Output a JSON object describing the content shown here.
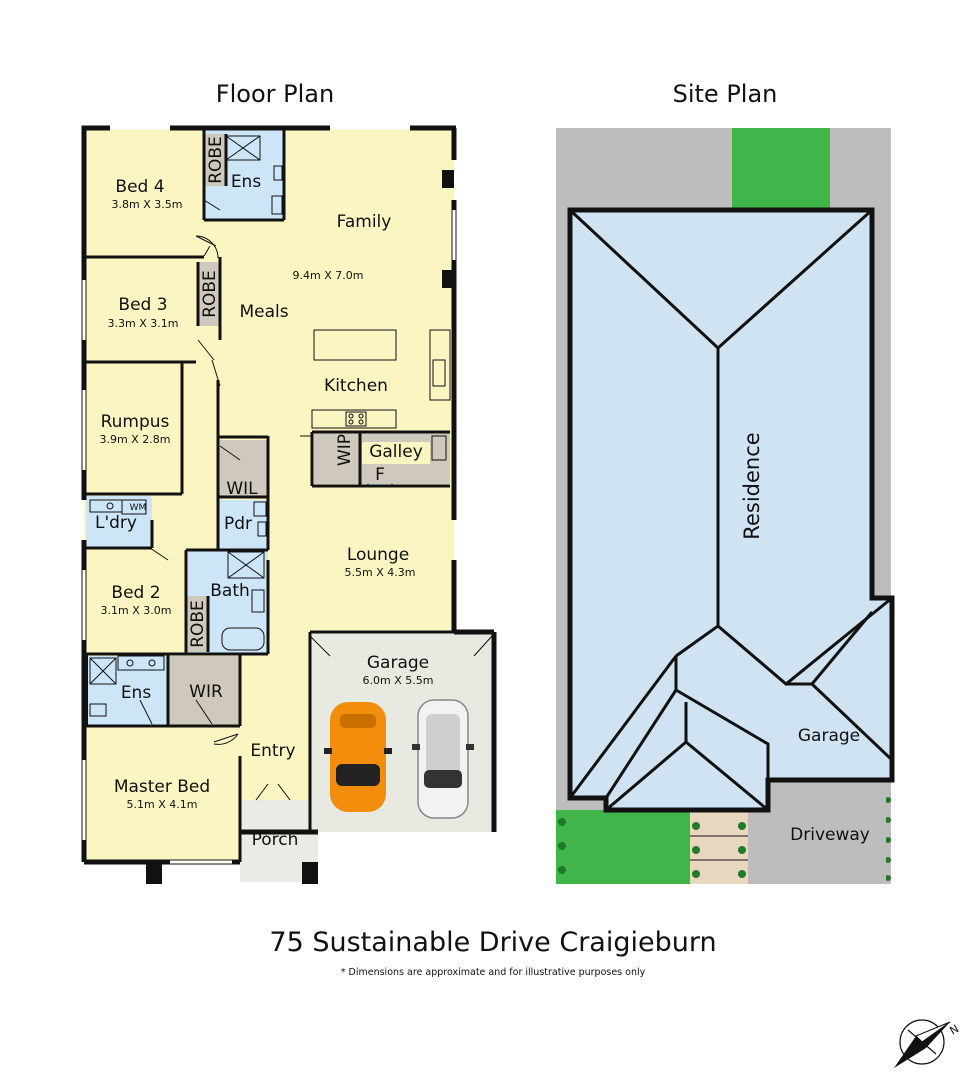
{
  "headings": {
    "floor_plan": "Floor Plan",
    "site_plan": "Site Plan"
  },
  "rooms": {
    "bed4": {
      "name": "Bed 4",
      "dim": "3.8m X 3.5m"
    },
    "bed3": {
      "name": "Bed 3",
      "dim": "3.3m X 3.1m"
    },
    "rumpus": {
      "name": "Rumpus",
      "dim": "3.9m X 2.8m"
    },
    "bed2": {
      "name": "Bed 2",
      "dim": "3.1m X 3.0m"
    },
    "master": {
      "name": "Master Bed",
      "dim": "5.1m X 4.1m"
    },
    "family": {
      "name": "Family",
      "dim": "9.4m X 7.0m"
    },
    "meals": {
      "name": "Meals"
    },
    "kitchen": {
      "name": "Kitchen"
    },
    "lounge": {
      "name": "Lounge",
      "dim": "5.5m X 4.3m"
    },
    "garage": {
      "name": "Garage",
      "dim": "6.0m X 5.5m"
    },
    "ens_top": {
      "name": "Ens"
    },
    "ens_master": {
      "name": "Ens"
    },
    "robe1": {
      "name": "ROBE"
    },
    "robe2": {
      "name": "ROBE"
    },
    "robe3": {
      "name": "ROBE"
    },
    "wip": {
      "name": "WIP"
    },
    "galley": {
      "name": "Galley"
    },
    "fridge": {
      "name": "F"
    },
    "wil": {
      "name": "WIL"
    },
    "pdr": {
      "name": "Pdr"
    },
    "laundry": {
      "name": "L'dry",
      "wm": "WM"
    },
    "bath": {
      "name": "Bath"
    },
    "wir": {
      "name": "WIR"
    },
    "entry": {
      "name": "Entry"
    },
    "porch": {
      "name": "Porch"
    }
  },
  "site": {
    "residence": "Residence",
    "garage": "Garage",
    "driveway": "Driveway"
  },
  "address": "75 Sustainable Drive Craigieburn",
  "disclaimer": "* Dimensions are approximate and for illustrative purposes only",
  "compass": {
    "north_label": "N"
  },
  "colors": {
    "living": "#fbf5c2",
    "wet": "#cde6f7",
    "storage": "#cfc8bc",
    "garage": "#e6e8df",
    "roof": "#cfe3f2",
    "grass": "#3fb54a",
    "road": "#bdbdbd",
    "car_orange": "#f28e0c"
  }
}
